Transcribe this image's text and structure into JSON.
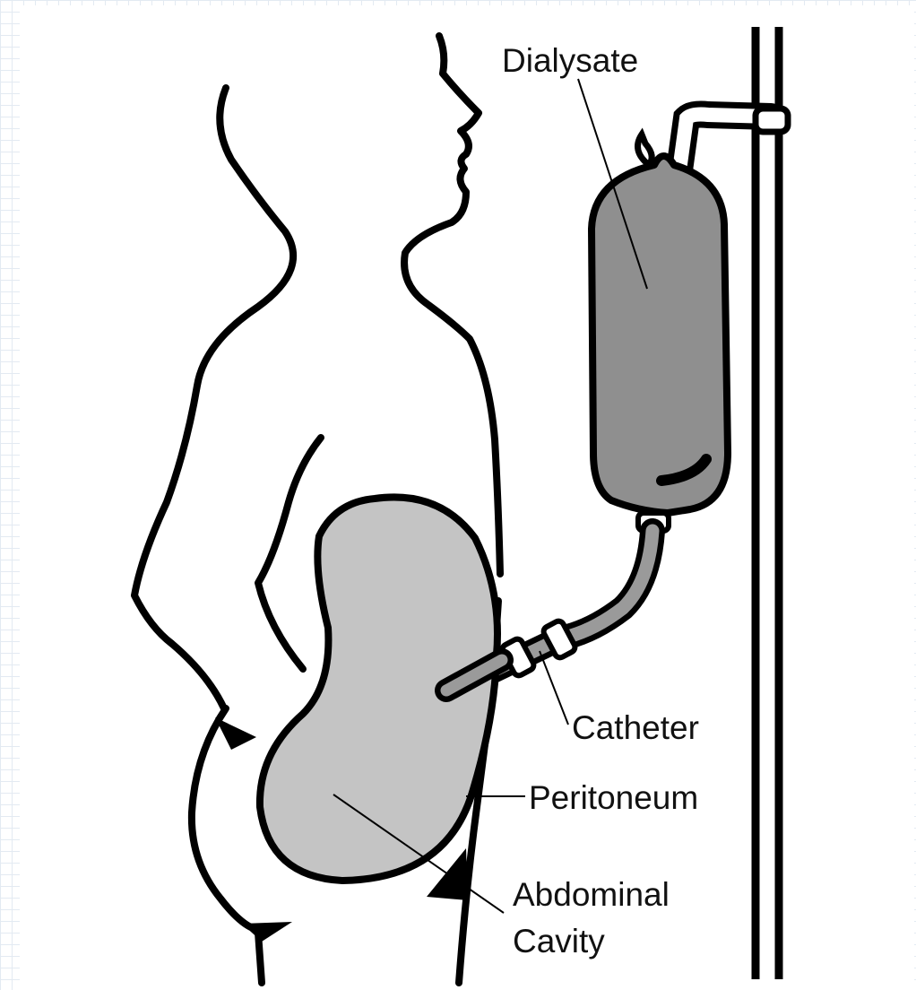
{
  "labels": {
    "dialysate": "Dialysate",
    "catheter": "Catheter",
    "peritoneum": "Peritoneum",
    "abdominal_line1": "Abdominal",
    "abdominal_line2": "Cavity"
  },
  "colors": {
    "background": "#ffffff",
    "grid": "#e3eaf2",
    "outline": "#000000",
    "bag_fill": "#8f8f8f",
    "cavity_fill": "#c4c4c4",
    "tube_fill": "#9a9a9a"
  }
}
